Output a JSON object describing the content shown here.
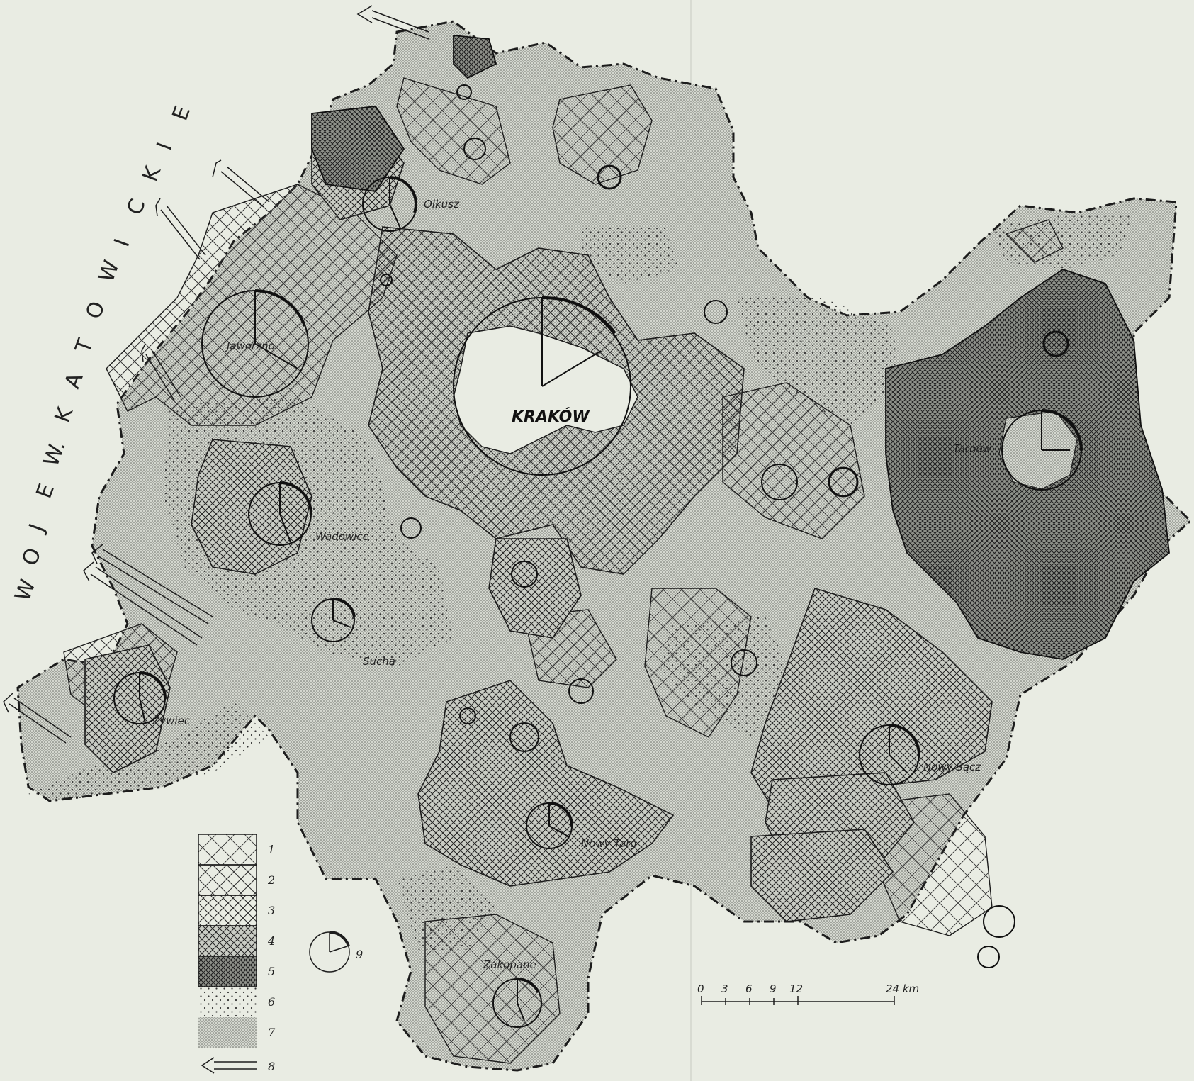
{
  "map": {
    "region_label": "WOJEW. KATOWICKIE",
    "region_letters": [
      "W",
      "O",
      "J",
      "E",
      "W.",
      "K",
      "A",
      "T",
      "O",
      "W",
      "I",
      "C",
      "K",
      "I",
      "E"
    ],
    "cities": {
      "krakow": "KRAKÓW",
      "jaworzno": "Jaworzno",
      "olkusz": "Olkusz",
      "wadowice": "Wadowice",
      "sucha": "Sucha",
      "zywiec": "Żywiec",
      "tarnow": "Tarnów",
      "nowy_sacz": "Nowy Sącz",
      "nowy_targ": "Nowy Targ",
      "zakopane": "Zakopane"
    },
    "scale": {
      "ticks": [
        "0",
        "3",
        "6",
        "9",
        "12",
        "24 km"
      ]
    },
    "legend": {
      "items": [
        "1",
        "2",
        "3",
        "4",
        "5",
        "6",
        "7",
        "8",
        "9"
      ]
    },
    "colors": {
      "background": "#e9ece3",
      "ink": "#1c1c1c"
    }
  }
}
